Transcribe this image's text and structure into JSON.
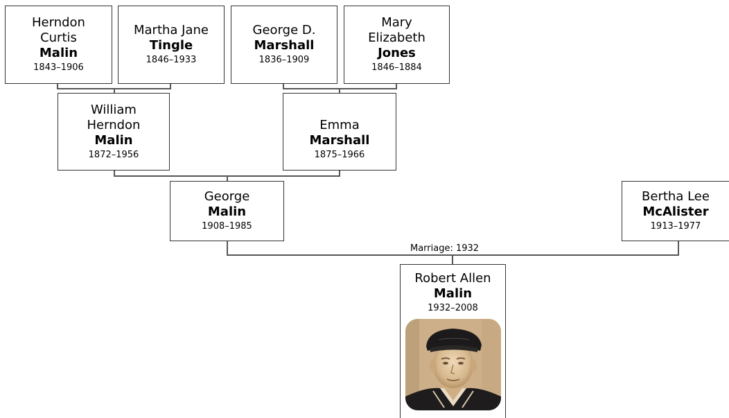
{
  "people": {
    "p1": {
      "given": [
        "Herndon",
        "Curtis"
      ],
      "surname": "Malin",
      "dates": "1843–1906"
    },
    "p2": {
      "given": [
        "Martha Jane"
      ],
      "surname": "Tingle",
      "dates": "1846–1933"
    },
    "p3": {
      "given": [
        "George D."
      ],
      "surname": "Marshall",
      "dates": "1836–1909"
    },
    "p4": {
      "given": [
        "Mary",
        "Elizabeth"
      ],
      "surname": "Jones",
      "dates": "1846–1884"
    },
    "p5": {
      "given": [
        "William",
        "Herndon"
      ],
      "surname": "Malin",
      "dates": "1872–1956"
    },
    "p6": {
      "given": [
        "Emma"
      ],
      "surname": "Marshall",
      "dates": "1875–1966"
    },
    "p7": {
      "given": [
        "George"
      ],
      "surname": "Malin",
      "dates": "1908–1985"
    },
    "p8": {
      "given": [
        "Bertha Lee"
      ],
      "surname": "McAlister",
      "dates": "1913–1977"
    },
    "p9": {
      "given": [
        "Robert Allen"
      ],
      "surname": "Malin",
      "dates": "1932–2008"
    }
  },
  "marriage_label": "Marriage: 1932"
}
